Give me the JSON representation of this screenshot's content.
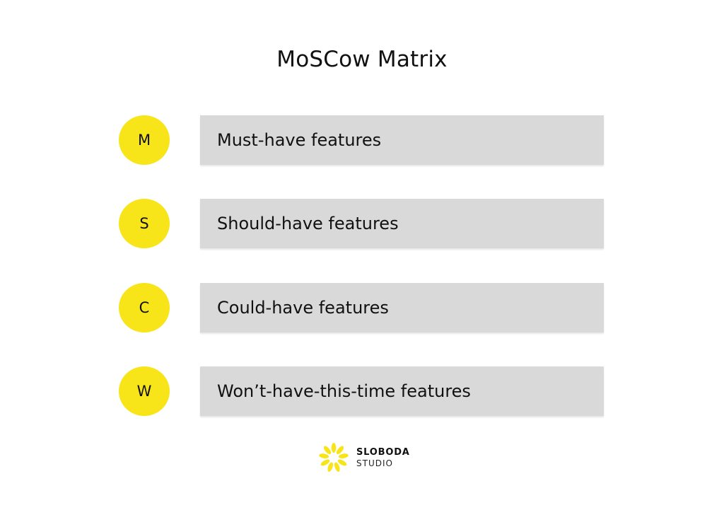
{
  "title": "MoSCow Matrix",
  "accent_color": "#f7e51a",
  "bar_color": "#d9d9d9",
  "rows": [
    {
      "letter": "M",
      "label": "Must-have features"
    },
    {
      "letter": "S",
      "label": "Should-have features"
    },
    {
      "letter": "C",
      "label": "Could-have features"
    },
    {
      "letter": "W",
      "label": "Won’t-have-this-time features"
    }
  ],
  "brand": {
    "icon": "sunburst-leaves-icon",
    "name": "SLOBODA",
    "sub": "STUDIO"
  }
}
